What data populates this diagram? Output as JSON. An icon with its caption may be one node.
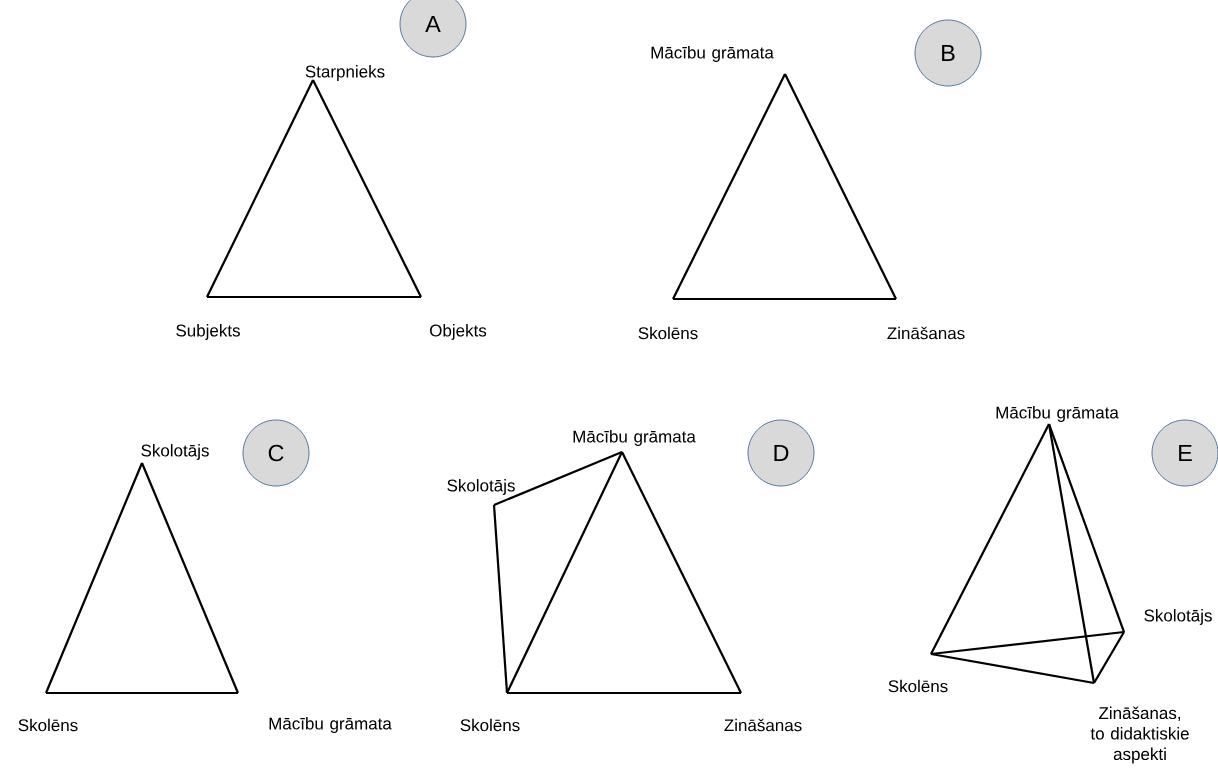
{
  "diagram": {
    "nodes": [
      {
        "text": [
          "A"
        ]
      },
      {
        "text": [
          "Starpnieks"
        ]
      },
      {
        "text": [
          "Subjekts"
        ]
      },
      {
        "text": [
          "Objekts"
        ]
      },
      {
        "text": [
          "Mācību grāmata"
        ]
      },
      {
        "text": [
          "B"
        ]
      },
      {
        "text": [
          "Skolēns"
        ]
      },
      {
        "text": [
          "Zināšanas"
        ]
      },
      {
        "text": [
          "C"
        ]
      },
      {
        "text": [
          "Skolotājs"
        ]
      },
      {
        "text": [
          "Skolēns"
        ]
      },
      {
        "text": [
          "Mācību grāmata"
        ]
      },
      {
        "text": [
          "Mācību grāmata"
        ]
      },
      {
        "text": [
          "D"
        ]
      },
      {
        "text": [
          "Skolotājs"
        ]
      },
      {
        "text": [
          "Skolēns"
        ]
      },
      {
        "text": [
          "Zināšanas"
        ]
      },
      {
        "text": [
          "Mācību grāmata"
        ]
      },
      {
        "text": [
          "E"
        ]
      },
      {
        "text": [
          "Skolotājs"
        ]
      },
      {
        "text": [
          "Skolēns"
        ]
      },
      {
        "text": [
          "Zināšanas, to didaktiskie aspekti"
        ]
      }
    ],
    "edges": [
      {
        "from": 1,
        "to": 2,
        "arrow": "none"
      },
      {
        "from": 2,
        "to": 3,
        "arrow": "none"
      },
      {
        "from": 3,
        "to": 1,
        "arrow": "none"
      },
      {
        "from": 4,
        "to": 6,
        "arrow": "none"
      },
      {
        "from": 6,
        "to": 7,
        "arrow": "none"
      },
      {
        "from": 7,
        "to": 4,
        "arrow": "none"
      },
      {
        "from": 9,
        "to": 10,
        "arrow": "none"
      },
      {
        "from": 10,
        "to": 11,
        "arrow": "none"
      },
      {
        "from": 11,
        "to": 9,
        "arrow": "none"
      },
      {
        "from": 14,
        "to": 12,
        "arrow": "none"
      },
      {
        "from": 14,
        "to": 15,
        "arrow": "none"
      },
      {
        "from": 12,
        "to": 15,
        "arrow": "none"
      },
      {
        "from": 15,
        "to": 16,
        "arrow": "none"
      },
      {
        "from": 16,
        "to": 12,
        "arrow": "none"
      },
      {
        "from": 17,
        "to": 20,
        "arrow": "none"
      },
      {
        "from": 17,
        "to": 19,
        "arrow": "none"
      },
      {
        "from": 17,
        "to": 21,
        "arrow": "none"
      },
      {
        "from": 20,
        "to": 19,
        "arrow": "none"
      },
      {
        "from": 20,
        "to": 21,
        "arrow": "none"
      },
      {
        "from": 19,
        "to": 21,
        "arrow": "none"
      }
    ]
  }
}
